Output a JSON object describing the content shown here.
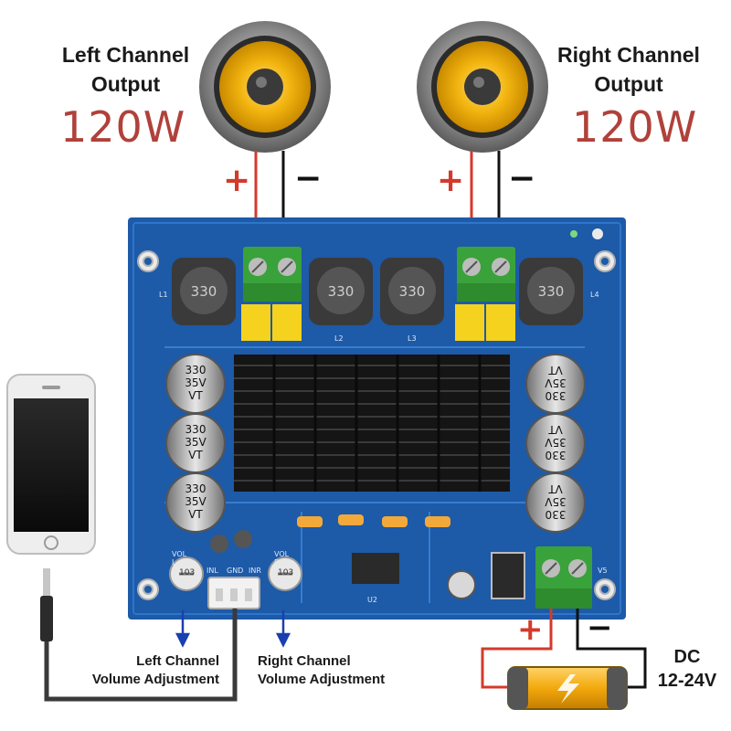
{
  "left_channel": {
    "title": "Left Channel",
    "subtitle": "Output",
    "power": "120W"
  },
  "right_channel": {
    "title": "Right Channel",
    "subtitle": "Output",
    "power": "120W"
  },
  "polarity": {
    "plus": "+",
    "minus": "−"
  },
  "board": {
    "capacitor_value": "330",
    "capacitor_voltage": "35V",
    "capacitor_brand": "VT",
    "inductor_value": "330",
    "inductor_labels": [
      "L1",
      "L2",
      "L3",
      "L4"
    ],
    "pot_left_label": "VOL L",
    "pot_right_label": "VOL R",
    "pot_value": "103",
    "input_labels": [
      "INL",
      "GND",
      "INR"
    ],
    "power_terminal_label": "V5",
    "chip_label": "U2"
  },
  "left_volume": {
    "line1": "Left Channel",
    "line2": "Volume Adjustment"
  },
  "right_volume": {
    "line1": "Right Channel",
    "line2": "Volume Adjustment"
  },
  "power": {
    "line1": "DC",
    "line2": "12-24V"
  },
  "colors": {
    "board": "#1d5aa8",
    "terminal": "#3aa23a",
    "wire_red": "#d33a2c",
    "watt_text": "#b0413a",
    "heatsink": "#151515"
  }
}
